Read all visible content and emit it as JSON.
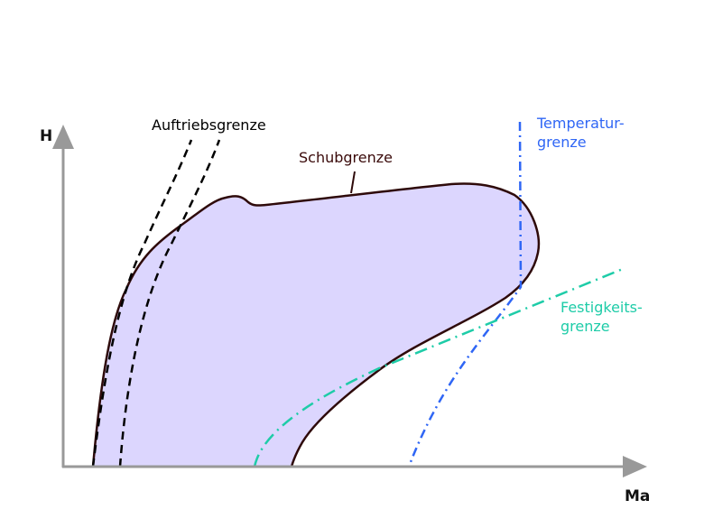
{
  "axes": {
    "y_label": "H",
    "x_label": "Ma"
  },
  "labels": {
    "lift_limit": "Auftriebsgrenze",
    "thrust_limit": "Schubgrenze",
    "temperature_limit_line1": "Temperatur-",
    "temperature_limit_line2": "grenze",
    "strength_limit_line1": "Festigkeits-",
    "strength_limit_line2": "grenze"
  },
  "colors": {
    "envelope_fill": "#dcd6fe",
    "envelope_stroke": "#2e0a0a",
    "thrust_label": "#3a0a0a",
    "temperature": "#2f66f5",
    "strength": "#1ecca8",
    "lift": "#000000",
    "axis": "#999999"
  }
}
